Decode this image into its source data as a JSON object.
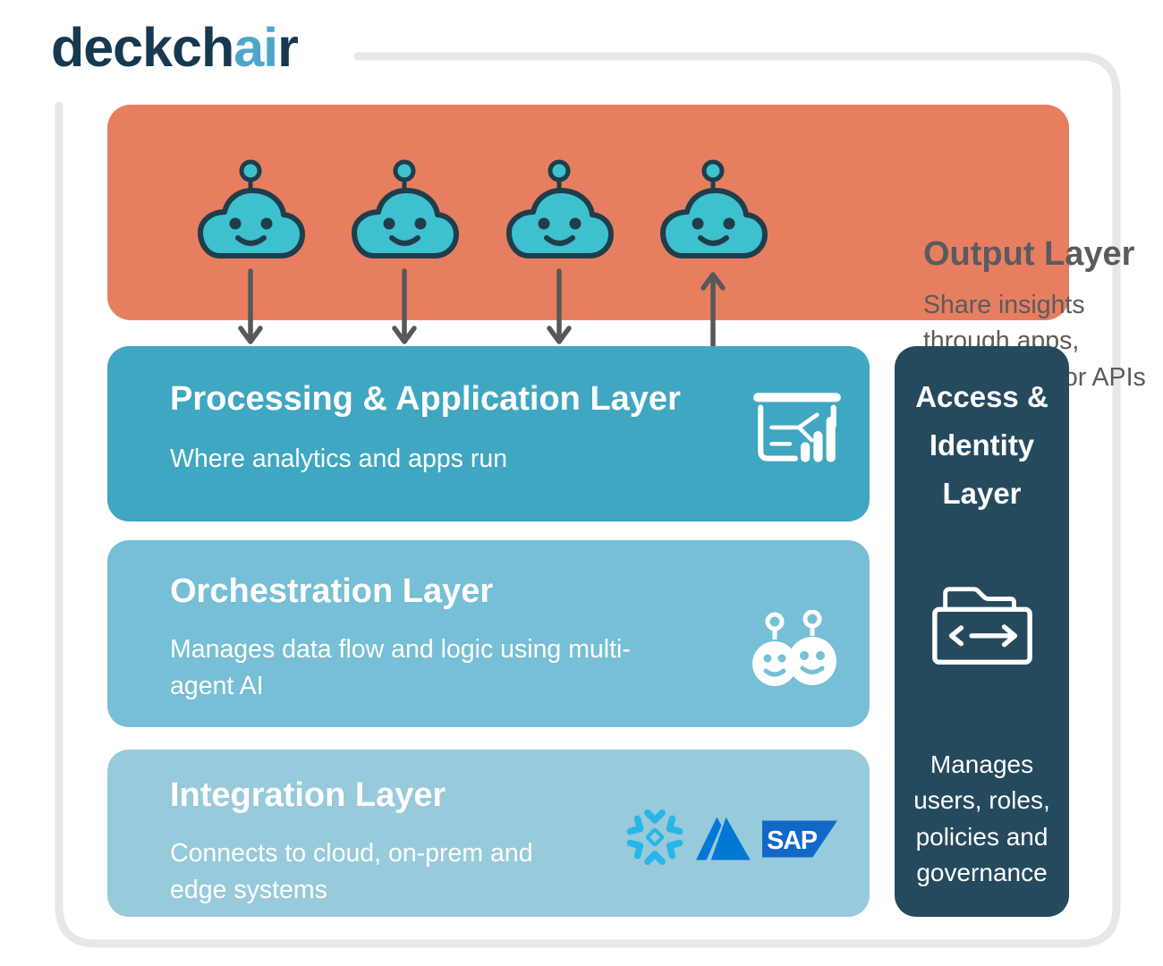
{
  "logo": {
    "prefix": "deckch",
    "accent": "ai",
    "suffix": "r"
  },
  "layers": {
    "output": {
      "title": "Output Layer",
      "description": "Share insights through apps, dashboards or APIs",
      "icon": "robot-cloud-icon",
      "icon_count": 4,
      "flow": "three arrows down to processing layer, one arrow up from processing layer"
    },
    "processing": {
      "title": "Processing & Application Layer",
      "description": "Where analytics and apps run",
      "icon": "presentation-chart-icon"
    },
    "orchestration": {
      "title": "Orchestration Layer",
      "description": "Manages data flow and logic using multi-agent AI",
      "icon": "multi-agent-robots-icon"
    },
    "integration": {
      "title": "Integration Layer",
      "description": "Connects to cloud, on-prem and edge systems",
      "logos": [
        "snowflake-logo",
        "azure-logo",
        "sap-logo"
      ]
    },
    "access": {
      "title": "Access & Identity Layer",
      "description": "Manages users, roles, policies and governance",
      "icon": "folder-transfer-icon"
    }
  },
  "sap_logo_text": "SAP",
  "colors": {
    "coral": "#E87E60",
    "processing_teal": "#3FA7C2",
    "orchestration_blue": "#76BFD6",
    "integration_blue": "#97CADB",
    "access_navy": "#254A5E",
    "logo_navy": "#17394F",
    "logo_accent": "#4FA6CB",
    "text_gray": "#5A5B5E",
    "arrow_gray": "#58585A",
    "robot_teal": "#3EC1CE",
    "robot_outline": "#1F3D4A",
    "snowflake_blue": "#29B5E8",
    "azure_blue": "#0078D4",
    "sap_blue": "#1268C8",
    "frame_gray": "#E7E7E7"
  }
}
